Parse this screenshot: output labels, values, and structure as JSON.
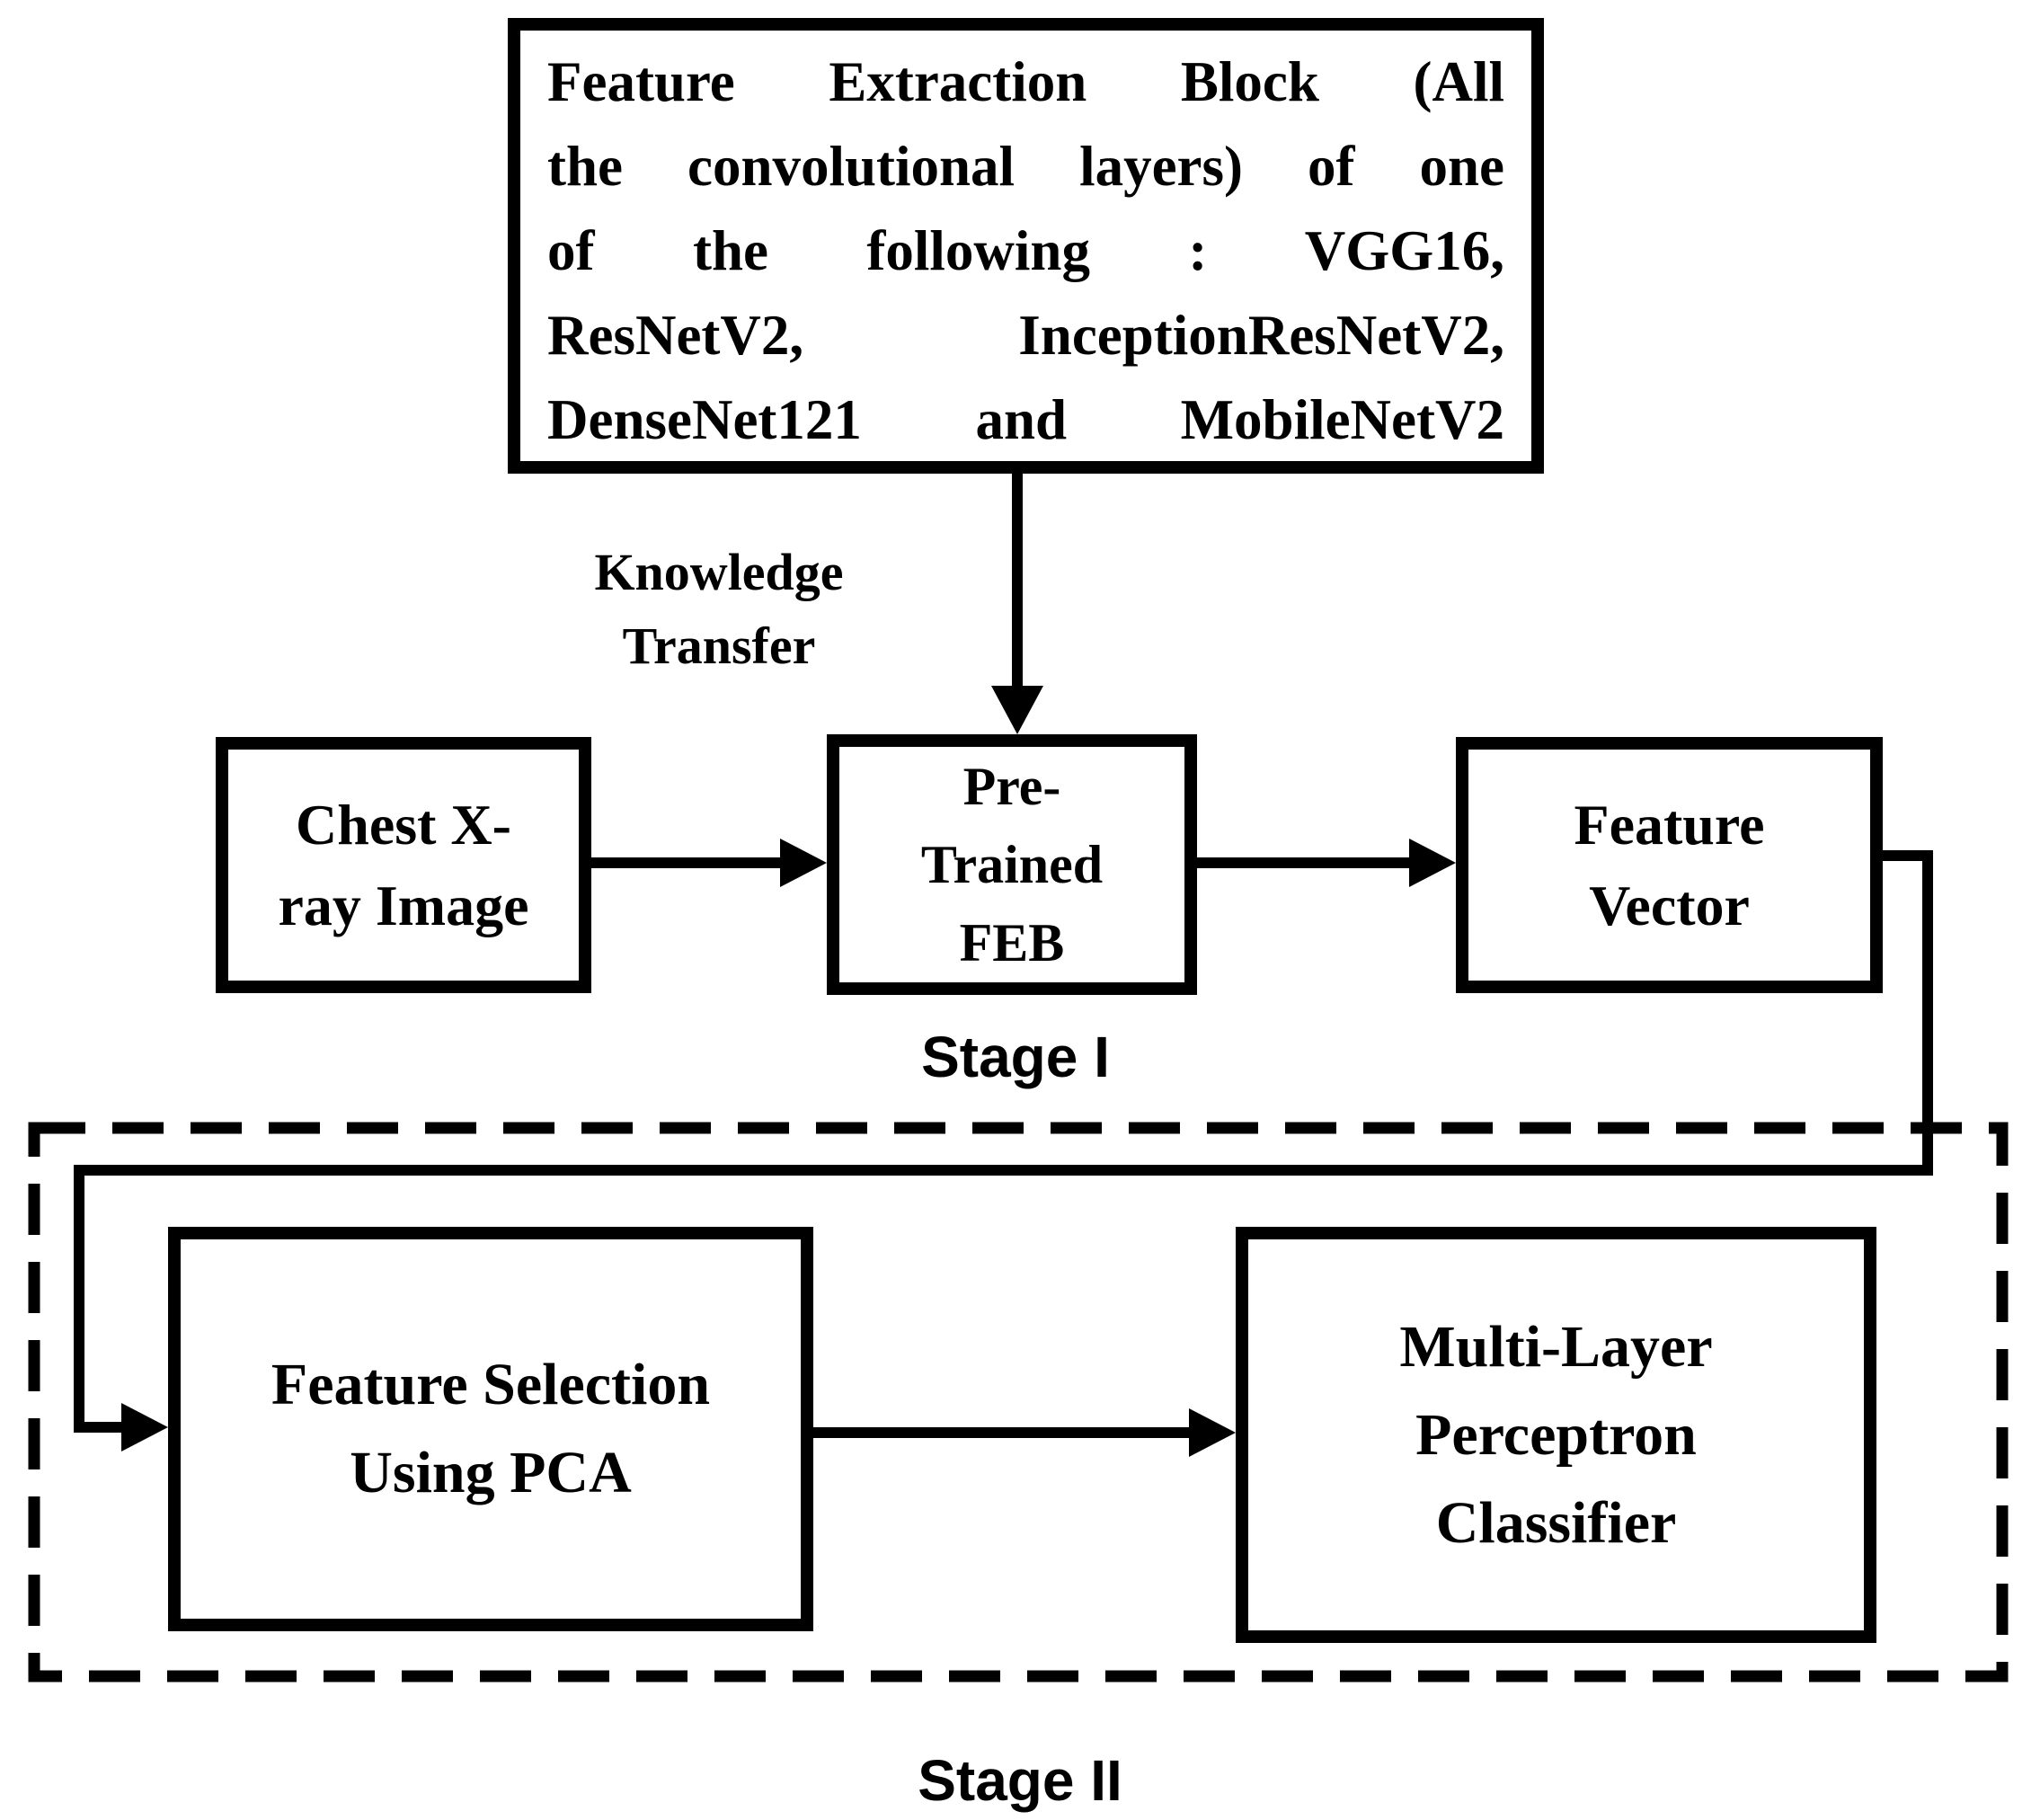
{
  "diagram": {
    "colors": {
      "line": "#000000",
      "background": "#ffffff"
    },
    "nodes": {
      "feature_extraction_block": {
        "label": "Feature Extraction Block (All the convolutional layers) of one of the following : VGG16, ResNetV2, InceptionResNetV2, DenseNet121 and MobileNetV2",
        "lines": [
          "Feature Extraction Block (All",
          "the convolutional layers) of one",
          "of the following : VGG16,",
          "ResNetV2, InceptionResNetV2,",
          "DenseNet121 and MobileNetV2"
        ]
      },
      "chest_xray_image": {
        "label": "Chest X-ray Image",
        "lines": [
          "Chest X-",
          "ray Image"
        ]
      },
      "pre_trained_feb": {
        "label": "Pre-Trained FEB",
        "lines": [
          "Pre-",
          "Trained",
          "FEB"
        ]
      },
      "feature_vector": {
        "label": "Feature Vector",
        "lines": [
          "Feature",
          "Vector"
        ]
      },
      "feature_selection_pca": {
        "label": "Feature Selection Using PCA",
        "lines": [
          "Feature Selection",
          "Using PCA"
        ]
      },
      "mlp_classifier": {
        "label": "Multi-Layer Perceptron Classifier",
        "lines": [
          "Multi-Layer",
          "Perceptron",
          "Classifier"
        ]
      }
    },
    "edge_labels": {
      "knowledge_transfer": {
        "label": "Knowledge Transfer",
        "lines": [
          "Knowledge",
          "Transfer"
        ]
      }
    },
    "stage_labels": {
      "stage1": "Stage I",
      "stage2": "Stage II"
    }
  }
}
